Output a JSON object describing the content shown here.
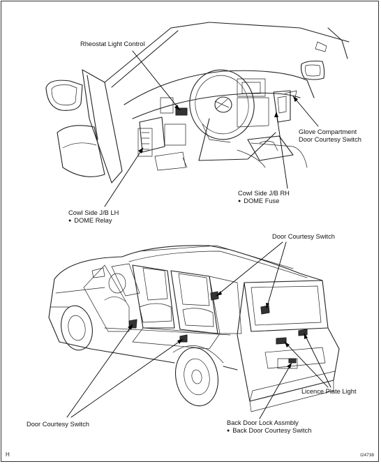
{
  "labels": {
    "rheostat": "Rheostat Light Control",
    "glove_line1": "Glove Compartment",
    "glove_line2": "Door Courtesy Switch",
    "cowl_rh_line1": "Cowl Side J/B RH",
    "cowl_rh_line2": "DOME Fuse",
    "cowl_lh_line1": "Cowl Side J/B LH",
    "cowl_lh_line2": "DOME Relay",
    "door_courtesy_top": "Door Courtesy Switch",
    "door_courtesy_bottom": "Door Courtesy Switch",
    "licence_plate": "Licence Plate Light",
    "back_door_line1": "Back Door Lock Assmbly",
    "back_door_line2": "Back Door Courtesy Switch"
  },
  "corner_left": "H",
  "corner_right": "I24738"
}
